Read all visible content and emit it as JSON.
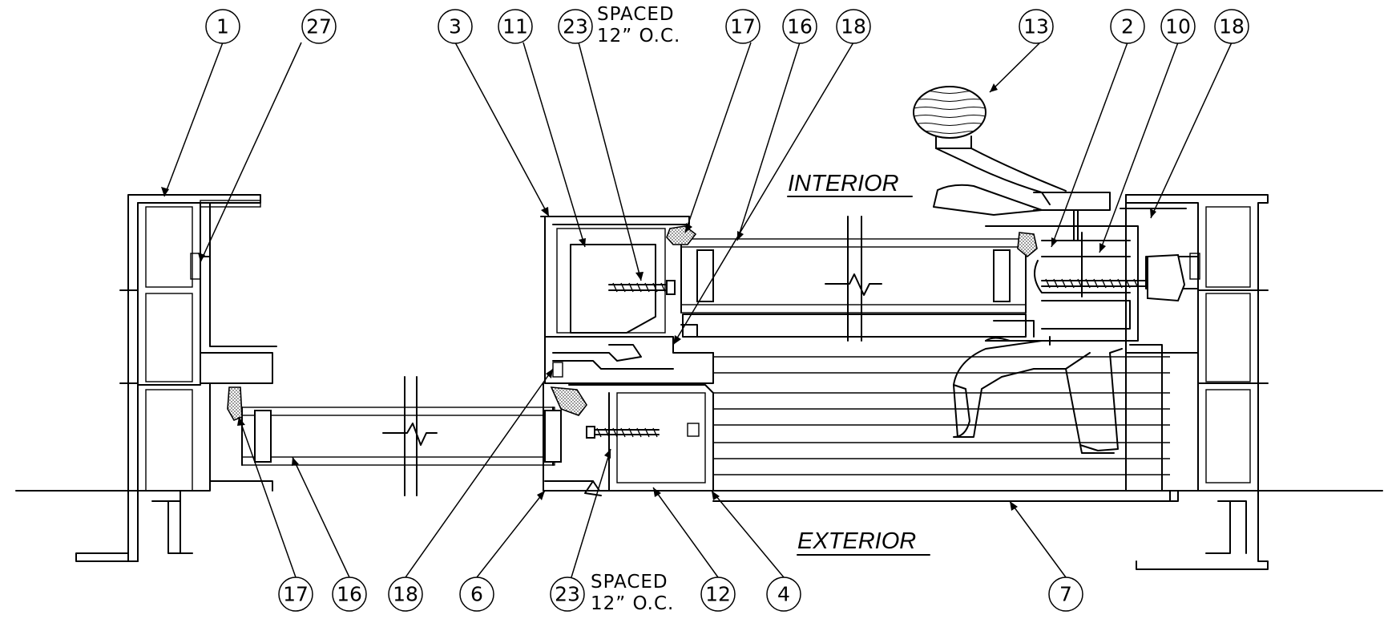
{
  "labels": {
    "interior": "INTERIOR",
    "exterior": "EXTERIOR"
  },
  "notes": {
    "top_line1": "SPACED",
    "top_line2": "12” O.C.",
    "bottom_line1": "SPACED",
    "bottom_line2": "12” O.C."
  },
  "callouts_top": [
    "1",
    "27",
    "3",
    "11",
    "23",
    "17",
    "16",
    "18",
    "13",
    "2",
    "10",
    "18"
  ],
  "callouts_bottom": [
    "17",
    "16",
    "18",
    "6",
    "23",
    "12",
    "4",
    "7"
  ]
}
